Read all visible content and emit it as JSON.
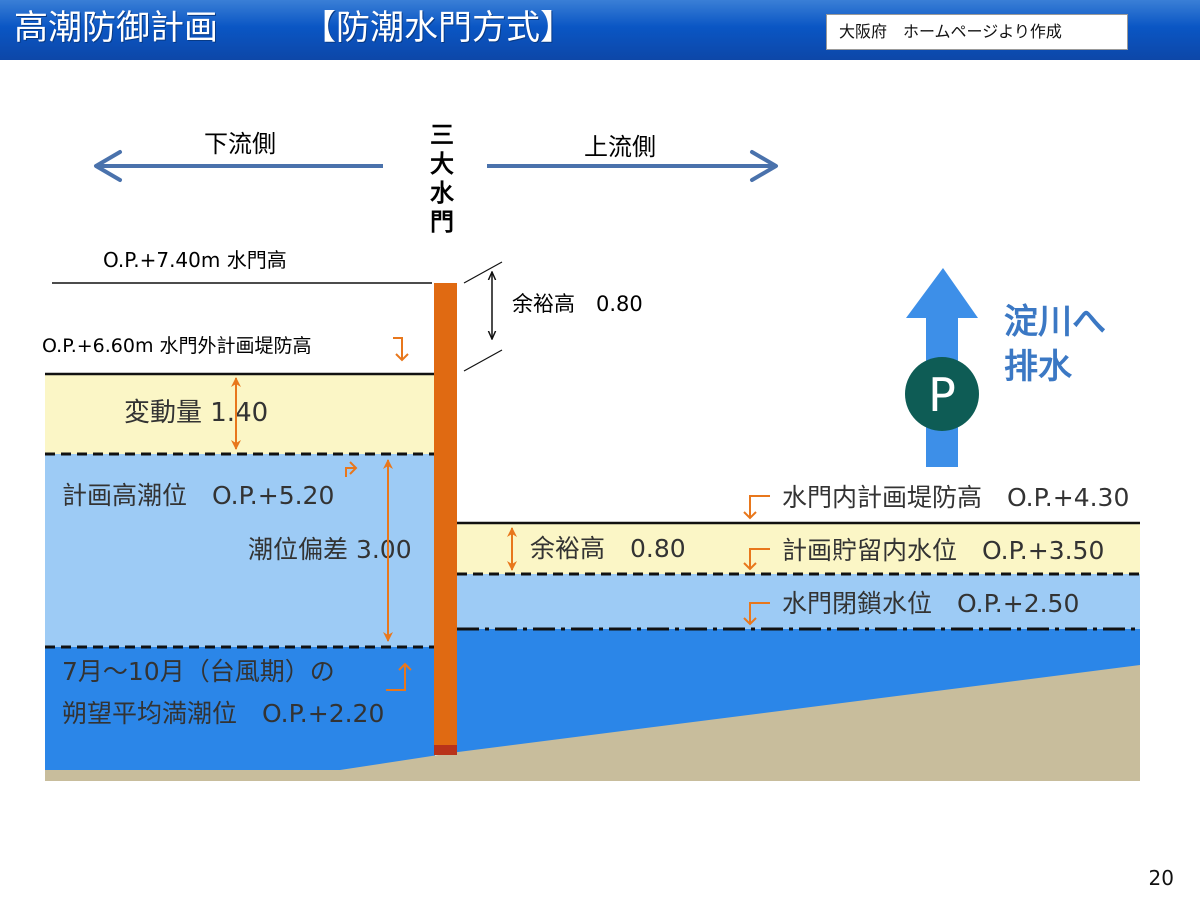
{
  "header": {
    "title": "高潮防御計画",
    "subtitle": "【防潮水門方式】",
    "source_note": "大阪府　ホームページより作成"
  },
  "diagram": {
    "gate_name": [
      "三",
      "大",
      "水",
      "門"
    ],
    "downstream_label": "下流側",
    "upstream_label": "上流側",
    "outside": {
      "gate_height_label": "O.P.+7.40m 水門高",
      "outer_levee_label": "O.P.+6.60m 水門外計画堤防高",
      "freeboard_label": "余裕高　0.80",
      "variation_label": "変動量 1.40",
      "planned_high_tide_label": "計画高潮位　O.P.+5.20",
      "tide_deviation_label": "潮位偏差 3.00",
      "typhoon_tide_line1": "7月～10月（台風期）の",
      "typhoon_tide_line2": "朔望平均満潮位　O.P.+2.20"
    },
    "inside": {
      "inner_levee_label": "水門内計画堤防高　O.P.+4.30",
      "freeboard_label": "余裕高　0.80",
      "planned_storage_label": "計画貯留内水位　O.P.+3.50",
      "gate_closing_label": "水門閉鎖水位　O.P.+2.50"
    },
    "pump": {
      "symbol": "P",
      "discharge_line1": "淀川へ",
      "discharge_line2": "排水"
    },
    "colors": {
      "header_blue": "#0b50bb",
      "water_light": "#9dcbf5",
      "water_deep": "#2b86e8",
      "freeboard_yellow": "#fbf6c6",
      "ground": "#c8bd9c",
      "gate_orange": "#e06a12",
      "marker_orange": "#e8771c",
      "arrow_blue": "#4a72ac",
      "pump_green": "#0e5c55",
      "discharge_arrow": "#3d8fe8",
      "discharge_text": "#3b78c4"
    }
  },
  "page_number": "20"
}
